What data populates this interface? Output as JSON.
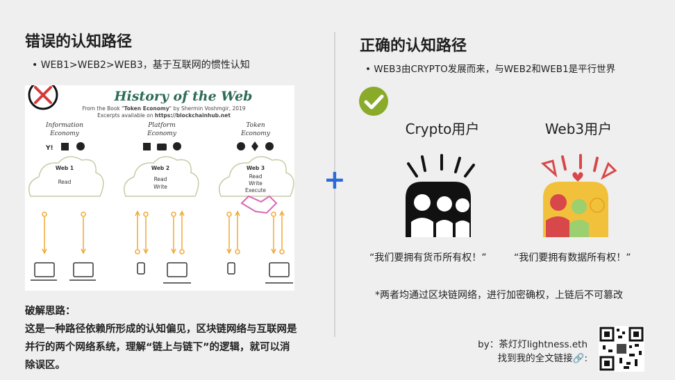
{
  "left": {
    "title": "错误的认知路径",
    "bullet": "WEB1>WEB2>WEB3，基于互联网的惯性认知",
    "figure": {
      "title": "History of the Web",
      "source_prefix": "From the Book \"",
      "source_book": "Token Economy",
      "source_suffix": "\" by Shermin Voshmgir, 2019",
      "excerpts_prefix": "Excerpts available on ",
      "excerpts_link": "https://blockchainhub.net",
      "columns": [
        {
          "caption": "Information Economy",
          "web": "Web 1",
          "capabilities": "Read"
        },
        {
          "caption": "Platform Economy",
          "web": "Web 2",
          "capabilities": "Read\nWrite"
        },
        {
          "caption": "Token Economy",
          "web": "Web 3",
          "capabilities": "Read\nWrite\nExecute"
        }
      ]
    },
    "breakdown_title": "破解思路：",
    "breakdown_body": "这是一种路径依赖所形成的认知偏见，区块链网络与互联网是并行的两个网络系统，理解“链上与链下”的逻辑，就可以消除误区。"
  },
  "right": {
    "title": "正确的认知路径",
    "bullet": "WEB3由CRYPTO发展而来，与WEB2和WEB1是平行世界",
    "user1_label": "Crypto用户",
    "user2_label": "Web3用户",
    "quote1": "“我们要拥有货币所有权！”",
    "quote2": "“我们要拥有数据所有权！”",
    "note": "*两者均通过区块链网络，进行加密确权，上链后不可篡改",
    "credit_line1": "by：茶灯灯lightness.eth",
    "credit_line2": "找到我的全文链接🔗:"
  },
  "colors": {
    "wrong": "#d63a3a",
    "correct": "#8aaa2a",
    "plus": "#2a6ad8",
    "figure_title": "#2e6b57",
    "arrow": "#f0a830",
    "web3_red": "#d8474a",
    "web3_green": "#9ccf70",
    "web3_yellow": "#f2c13c"
  }
}
